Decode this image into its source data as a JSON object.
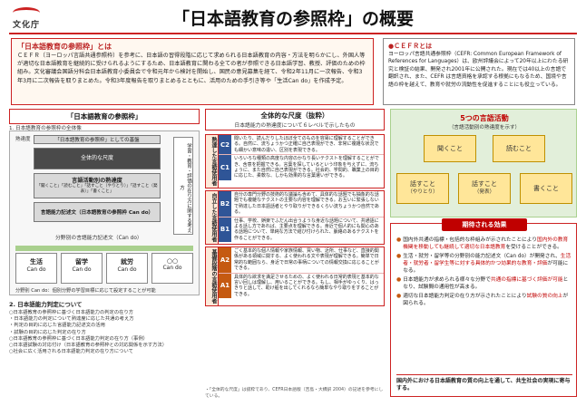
{
  "header": {
    "logo_text": "文化庁",
    "title": "「日本語教育の参照枠」の概要"
  },
  "intro": {
    "heading": "「日本語教育の参照枠」とは",
    "body": "ＣＥＦＲ（ヨーロッパ言語共通参照枠）を参考に、日本語の習得段階に応じて求められる日本語教育の内容・方法を明らかにし、外国人等が適切な日本語教育を継続的に受けられるようにするため、日本語教育に関わる全ての者が参照できる日本語学習、教授、評価のための枠組み。文化審議会国語分科会日本語教育小委員会で令和元年から検討を開始し、国民の意見募集を経て、令和2年11月に一次報告、令和3年3月に二次報告を取りまとめた。令和3年度報告を取りまとめるとともに、活用のための手引き等や「生活Can do」を作成予定。"
  },
  "cefr": {
    "heading": "●ＣＥＦＲとは",
    "body": "ヨーロッパ言語共通参照枠（CEFR: Common European Framework of References for Languages）は、欧州評議会によって20年以上にわたる研究と検証の結果、開発され2001年に公開された。現在では40以上の言語で翻訳され、また、CEFR は言語資格を承認する根拠にもなるため、国境や言語の枠を越えて、教育や就労の流動性を促進することにも役立っている。"
  },
  "left": {
    "heading": "「日本語教育の参照枠」",
    "sub1": "1. 日本語教育の参照枠の全体像",
    "diag_top": "「日本語教育の参照枠」としての基盤",
    "cube1": "全体的な尺度",
    "cube2": "言語活動別の熟達度",
    "cube2_sub": "「聞くこと」「読むこと」「話すこと（やりとり）」「話すこと（発表）」「書くこと」",
    "cube3": "言語能力記述文（日本語教育の参照枠 Can do）",
    "side_label": "学習・教育・評価の在り方に関する考え方",
    "axis_label": "熟達度",
    "strip_label": "分野別の言語能力記述文（Can do）",
    "skills": [
      {
        "name": "生活",
        "cando": "Can do"
      },
      {
        "name": "留学",
        "cando": "Can do"
      },
      {
        "name": "就労",
        "cando": "Can do"
      },
      {
        "name": "○○",
        "cando": "Can do"
      }
    ],
    "diag_foot": "分野別 Can do：個別分野の学習目標に応じて設定することが可能",
    "sec2_head": "2. 日本語能力判定について",
    "sec2_items": [
      "○日本語教育の参照枠に基づく日本語能力の判定の在り方",
      "・日本語能力の判定について熟達度に応じた共通の考え方",
      "・判定の目的に応じた言語能力記述文の活用",
      "・試験の目的に応じた判定の在り方",
      "○日本語教育の参照枠に基づく日本語能力判定の在り方（事例）",
      "○日本語試験の対応付け（日本語教育の参照枠との対応関係を示す方法）",
      "○社会に広く活用される日本語能力判定の在り方について"
    ]
  },
  "middle": {
    "heading": "全体的な尺度（抜粋）",
    "subheading": "日本語能力の熟達度について６レベルで示したもの",
    "groups": [
      {
        "name": "熟達した言語使用者",
        "rows": [
          {
            "level": "C2",
            "text": "聞いたり、読んだりしたほぼ全てのものを容易に理解することができる。自然に、流ちょうかつ正確に自己表現ができ、非常に複雑な状況でも細かい意味の違い、区別を表現できる。"
          },
          {
            "level": "C1",
            "text": "いろいろな種類の高度な内容のかなり長いテクストを理解することができ、含意を把握できる。言葉を探しているという印象を与えずに、流ちょうに、また自然に自己表現ができる。社会的、学問的、職業上の目的に応じた、柔軟な、しかも効果的な言葉遣いができる。"
          }
        ]
      },
      {
        "name": "自立した言語使用者",
        "rows": [
          {
            "level": "B2",
            "text": "自分の専門分野の技術的な議論も含めて、具体的な話題でも抽象的な話題でも複雑なテクストの主要な内容を理解できる。お互いに緊張しないで熟達した日本語話者とやり取りができるくらい流ちょうかつ自然である。"
          },
          {
            "level": "B1",
            "text": "仕事、学校、娯楽でふだん出合うような身近な話題について、共通語による話し方であれば、主要点を理解できる。身近で個人的にも関心のある話題について、単純な方法で結び付けられた、脈絡のあるテクストを作ることができる。"
          }
        ]
      },
      {
        "name": "基礎段階の言語使用者",
        "rows": [
          {
            "level": "A2",
            "text": "ごく基本的な個人情報や家族情報、買い物、近所、仕事など、直接的関係がある領域に関する、よく使われる文や表現が理解できる。簡単で日常的な範囲なら、身近で日常の事柄についての情報交換に応じることができる。"
          },
          {
            "level": "A1",
            "text": "具体的な欲求を満足させるための、よく使われる日常的表現と基本的な言い回しは理解し、用いることができる。もし、相手がゆっくり、はっきりと話して、助け船を出してくれるなら簡単なやり取りをすることができる。"
          }
        ]
      }
    ],
    "note": "・「全体的な尺度」は抜粋であり、CEFR日本語版（吉島・大橋訳 2004）の記述を参考にしている。"
  },
  "right": {
    "activities_title": "5つの言語活動",
    "activities_sub": "（言語活動別の熟達度を示す）",
    "activities": [
      {
        "line1": "聞くこと",
        "line2": ""
      },
      {
        "line1": "読むこと",
        "line2": ""
      },
      {
        "line1": "話すこと",
        "line2": "（やりとり）"
      },
      {
        "line1": "話すこと",
        "line2": "（発表）"
      },
      {
        "line1": "書くこと",
        "line2": ""
      }
    ],
    "effects_head": "期待される効果",
    "effects": [
      {
        "text": "国内外共通の指標・包括的な枠組みが示されたことにより",
        "red": "国内外の教育機関を移動しても継続して適切な日本語教育",
        "tail": "を受けることができる。"
      },
      {
        "text": "生活・就労・留学等の分野別の能力記述文（Can do）が開発され、",
        "red": "生活者・就労者・留学生等に対する具体的かつ効果的な教育・評価",
        "tail": "が可能になる。"
      },
      {
        "text": "日本語能力が求められる様々な分野で",
        "red": "共通の指標に基づく評価が可能",
        "tail": "となり、試験間の通用性が高まる。"
      },
      {
        "text": "適切な日本語能力判定の在り方が示されたことにより",
        "red": "試験の質の向上",
        "tail": "が図られる。"
      }
    ],
    "effects_foot": "国内外における日本語教育の質の向上を通して、共生社会の実現に寄与する。"
  }
}
